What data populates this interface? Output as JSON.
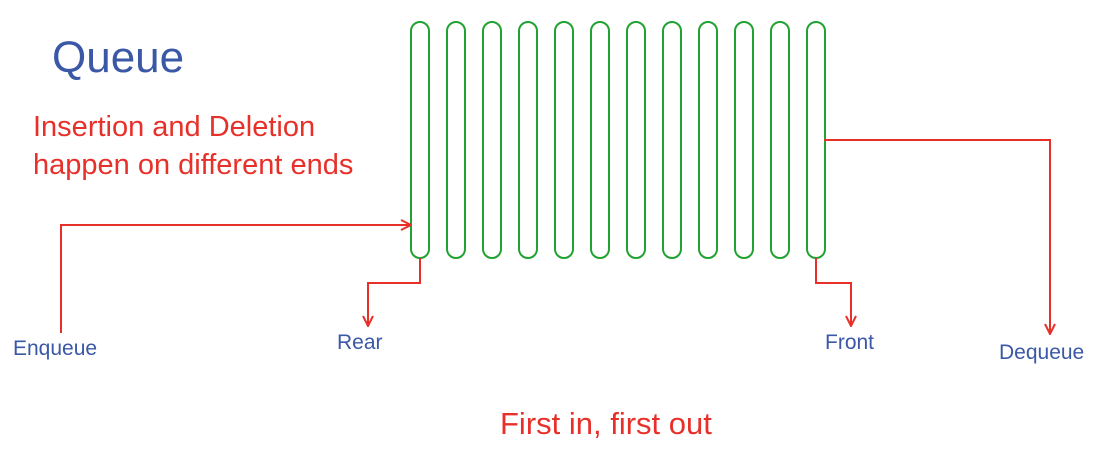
{
  "title": "Queue",
  "description_lines": [
    "Insertion and Deletion",
    "happen on different ends"
  ],
  "labels": {
    "enqueue": "Enqueue",
    "rear": "Rear",
    "front": "Front",
    "dequeue": "Dequeue"
  },
  "footer": "First in, first out",
  "queue": {
    "slot_count": 12
  },
  "colors": {
    "heading": "#3a58a6",
    "labels": "#3a58a6",
    "arrows": "#e8302a",
    "red_text": "#e8302a",
    "slots": "#22a233",
    "background": "#ffffff"
  }
}
